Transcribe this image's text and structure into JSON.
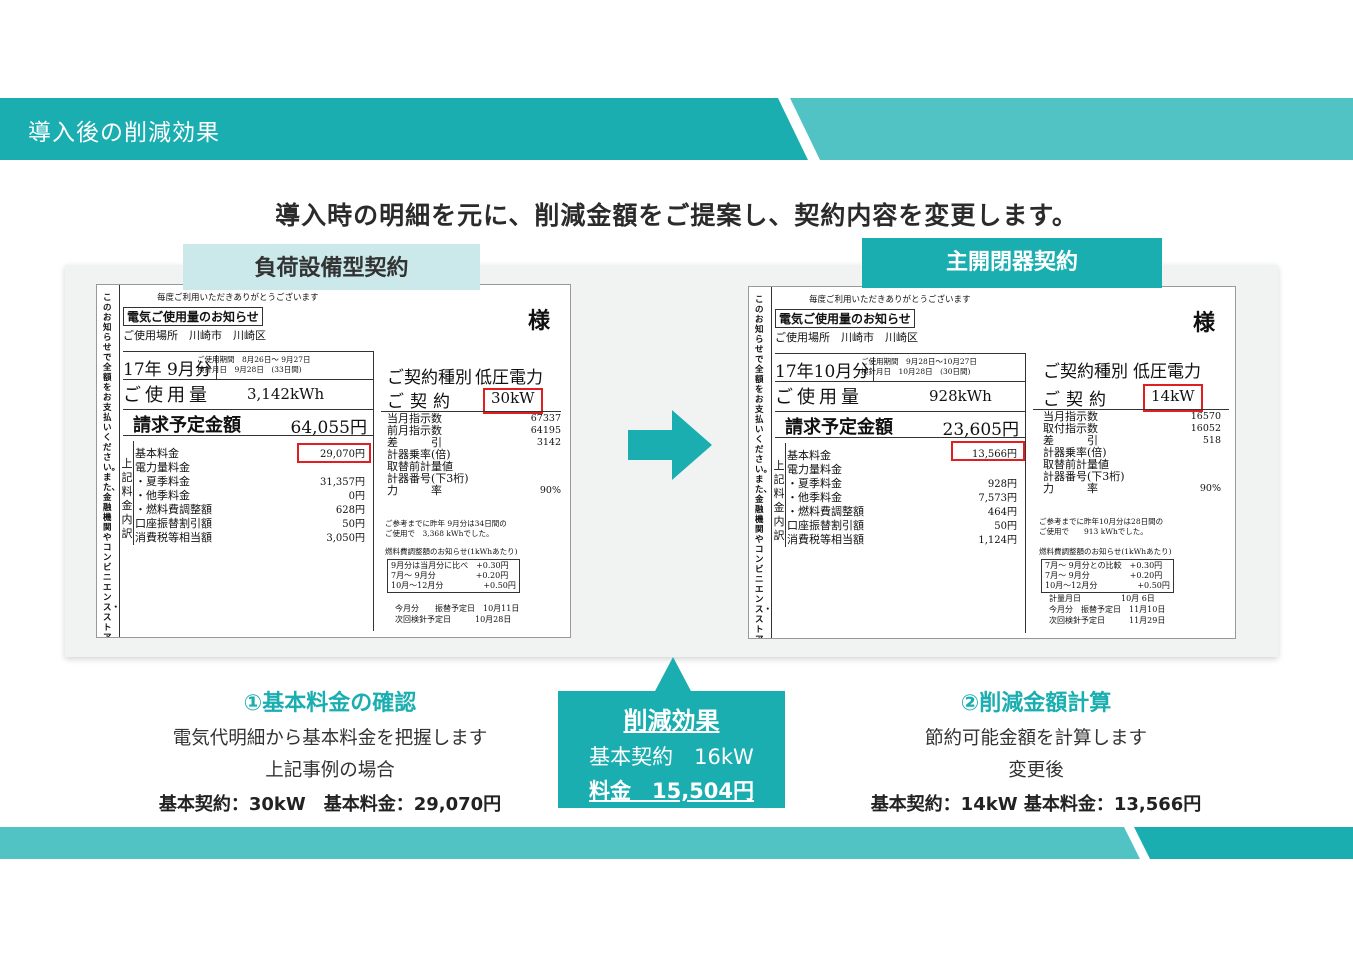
{
  "header": {
    "title": "導入後の削減効果",
    "colors": {
      "primary": "#1aaeb0",
      "light": "#52c3c5"
    }
  },
  "headline": "導入時の明細を元に、削減金額をご提案し、契約内容を変更します。",
  "left": {
    "tag": "負荷設備型契約",
    "bill": {
      "vertical_text": "このお知らせで全額をお支払いください。また、金融機関やコンビニエンス・ストアでの支払いもできます。",
      "greeting": "毎度ご利用いただきありがとうございます",
      "notice": "電気ご使用量のお知らせ",
      "sama": "様",
      "place": "ご使用場所　川崎市　川崎区",
      "month": "17年 9月分",
      "period": "ご使用期間　8月26日～ 9月27日\n検針月日　9月28日　(33日間)",
      "usage_label": "ご使用量",
      "usage_value": "3,142kWh",
      "billing_label": "請求予定金額",
      "billing_value": "64,055円",
      "items": [
        "基本料金",
        "電力量料金",
        "・夏季料金",
        "・他季料金",
        "・燃料費調整額",
        "口座振替割引額",
        "消費税等相当額"
      ],
      "side_label": [
        "上",
        "記",
        "料",
        "金",
        "内",
        "訳"
      ],
      "values": [
        "29,070円",
        "",
        "31,357円",
        "0円",
        "628円",
        "50円",
        "3,050円"
      ],
      "contract_type_label": "ご契約種別",
      "contract_type_value": "低圧電力",
      "contract_label": "ご契約",
      "contract_value": "30kW",
      "meter_labels": "当月指示数\n前月指示数\n差　　　引\n計器乗率(倍)\n取替前計量値\n計器番号(下3桁)\n力　　　率",
      "meter_values": "67337\n64195\n3142\n\n\n\n90%",
      "reference": "ご参考までに昨年 9月分は34日間の\nご使用で　3,368 kWhでした。",
      "fuel_title": "燃料費調整額のお知らせ(1kWhあたり)",
      "fuel_rows": "9月分は当月分に比べ　+0.30円\n7月～ 9月分　　　　　+0.20円\n10月～12月分　　　　　+0.50円",
      "dates": "今月分　　振替予定日　10月11日\n次回検針予定日　　　10月28日"
    },
    "caption_head": "①基本料金の確認",
    "caption_line1": "電気代明細から基本料金を把握します",
    "caption_line2": "上記事例の場合",
    "caption_bold": "基本契約：30kW　基本料金：29,070円"
  },
  "right": {
    "tag": "主開閉器契約",
    "bill": {
      "vertical_text": "このお知らせで全額をお支払いください。また、金融機関やコンビニエンス・ストアでの支払いもできます。",
      "greeting": "毎度ご利用いただきありがとうございます",
      "notice": "電気ご使用量のお知らせ",
      "sama": "様",
      "place": "ご使用場所　川崎市　川崎区",
      "month": "17年10月分",
      "period": "ご使用期間　9月28日～10月27日\n検針月日　10月28日　(30日間)",
      "usage_label": "ご使用量",
      "usage_value": "928kWh",
      "billing_label": "請求予定金額",
      "billing_value": "23,605円",
      "items": [
        "基本料金",
        "電力量料金",
        "・夏季料金",
        "・他季料金",
        "・燃料費調整額",
        "口座振替割引額",
        "消費税等相当額"
      ],
      "side_label": [
        "上",
        "記",
        "料",
        "金",
        "内",
        "訳"
      ],
      "values": [
        "13,566円",
        "",
        "928円",
        "7,573円",
        "464円",
        "50円",
        "1,124円"
      ],
      "contract_type_label": "ご契約種別",
      "contract_type_value": "低圧電力",
      "contract_label": "ご契約",
      "contract_value": "14kW",
      "meter_labels": "当月指示数\n取付指示数\n差　　　引\n計器乗率(倍)\n取替前計量値\n計器番号(下3桁)\n力　　　率",
      "meter_values": "16570\n16052\n518\n\n\n\n90%",
      "reference": "ご参考までに昨年10月分は28日間の\nご使用で　　913 kWhでした。",
      "fuel_title": "燃料費調整額のお知らせ(1kWhあたり)",
      "fuel_rows": "7月～ 9月分との比較　+0.30円\n7月～ 9月分　　　　　+0.20円\n10月～12月分　　　　　+0.50円",
      "dates": "計量月日　　　　　10月 6日\n今月分　振替予定日　11月10日\n次回検針予定日　　　11月29日"
    },
    "caption_head": "②削減金額計算",
    "caption_line1": "節約可能金額を計算します",
    "caption_line2": "変更後",
    "caption_bold": "基本契約：14kW 基本料金：13,566円"
  },
  "effect": {
    "title": "削減効果",
    "line1": "基本契約　16kW",
    "line2": "料金　15,504円"
  }
}
